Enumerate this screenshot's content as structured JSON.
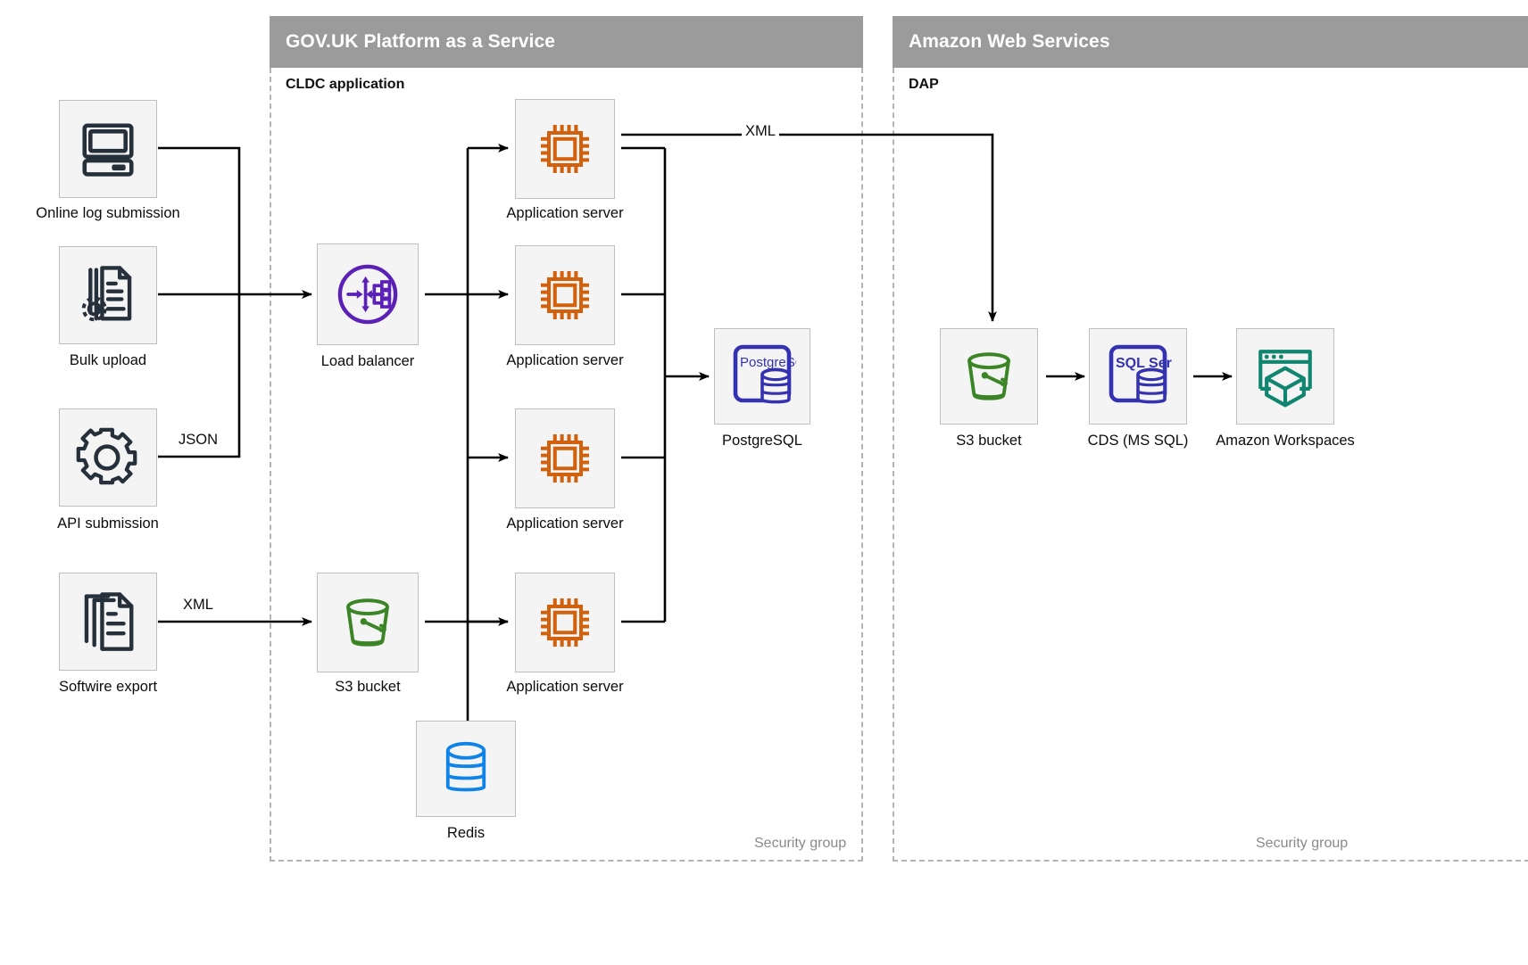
{
  "zones": [
    {
      "id": "paas",
      "title": "GOV.UK Platform as a Service",
      "sub_label": "CLDC application",
      "security_label": "Security group"
    },
    {
      "id": "aws",
      "title": "Amazon Web Services",
      "sub_label": "DAP",
      "security_label": "Security group"
    }
  ],
  "nodes": [
    {
      "id": "online-log-submission",
      "label": "Online log submission",
      "icon": "desktop-computer-icon",
      "color": "#25303b"
    },
    {
      "id": "bulk-upload",
      "label": "Bulk upload",
      "icon": "document-gear-icon",
      "color": "#25303b"
    },
    {
      "id": "api-submission",
      "label": "API submission",
      "icon": "gear-icon",
      "color": "#25303b"
    },
    {
      "id": "softwire-export",
      "label": "Softwire export",
      "icon": "documents-stack-icon",
      "color": "#25303b"
    },
    {
      "id": "load-balancer",
      "label": "Load balancer",
      "icon": "load-balancer-icon",
      "color": "#5b21b6"
    },
    {
      "id": "app-server-1",
      "label": "Application server",
      "icon": "cpu-chip-icon",
      "color": "#d1610c"
    },
    {
      "id": "app-server-2",
      "label": "Application server",
      "icon": "cpu-chip-icon",
      "color": "#d1610c"
    },
    {
      "id": "app-server-3",
      "label": "Application server",
      "icon": "cpu-chip-icon",
      "color": "#d1610c"
    },
    {
      "id": "app-server-4",
      "label": "Application server",
      "icon": "cpu-chip-icon",
      "color": "#d1610c"
    },
    {
      "id": "paas-s3-bucket",
      "label": "S3 bucket",
      "icon": "bucket-icon",
      "color": "#3c8527"
    },
    {
      "id": "redis",
      "label": "Redis",
      "icon": "database-cylinder-icon",
      "color": "#0f83e8"
    },
    {
      "id": "postgresql",
      "label": "PostgreSQL",
      "icon": "postgresql-icon",
      "color": "#3432b0",
      "badge": "PostgreSQL"
    },
    {
      "id": "aws-s3-bucket",
      "label": "S3 bucket",
      "icon": "bucket-icon",
      "color": "#3c8527"
    },
    {
      "id": "cds-ms-sql",
      "label": "CDS (MS SQL)",
      "icon": "sql-server-icon",
      "color": "#3432b0",
      "badge": "SQL Server"
    },
    {
      "id": "amazon-workspaces",
      "label": "Amazon Workspaces",
      "icon": "workspaces-cube-icon",
      "color": "#11856f"
    }
  ],
  "edge_labels": [
    {
      "id": "json-label",
      "text": "JSON"
    },
    {
      "id": "xml-source-label",
      "text": "XML"
    },
    {
      "id": "xml-export-label",
      "text": "XML"
    }
  ],
  "colors": {
    "zone_header_bg": "#9b9b9b",
    "zone_header_text": "#ffffff",
    "zone_border": "#b4b4b4",
    "icon_tile_bg": "#f4f4f4",
    "icon_tile_border": "#bfbfbf",
    "connector": "#000000",
    "label_text": "#0b0c0c",
    "muted_text": "#8a8a8a"
  }
}
